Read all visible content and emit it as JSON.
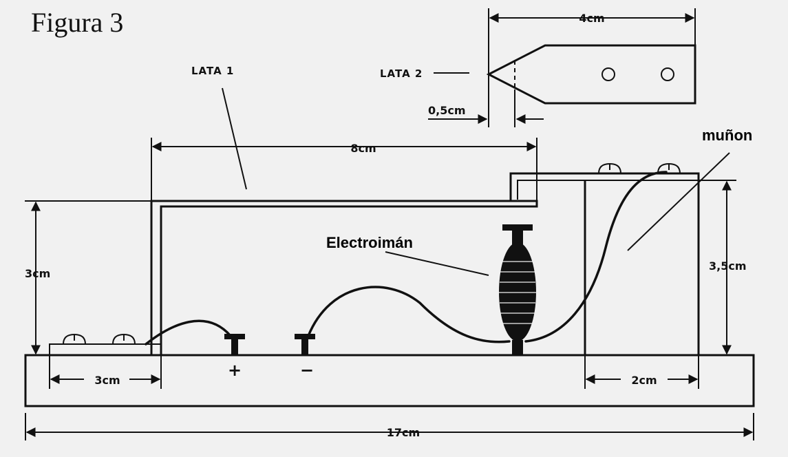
{
  "figure_title": "Figura 3",
  "labels": {
    "lata1": "LATA 1",
    "lata2": "LATA 2",
    "electroiman": "Electroimán",
    "munon": "muñon",
    "plus": "+",
    "minus": "−"
  },
  "dimensions": {
    "lata2_width": "4cm",
    "tip": "0,5cm",
    "lata1_length": "8cm",
    "height_left": "3cm",
    "height_right": "3,5cm",
    "base_left": "3cm",
    "base_right": "2cm",
    "base_total": "17cm"
  },
  "colors": {
    "ink": "#111111",
    "paper": "#f1f1f1"
  }
}
